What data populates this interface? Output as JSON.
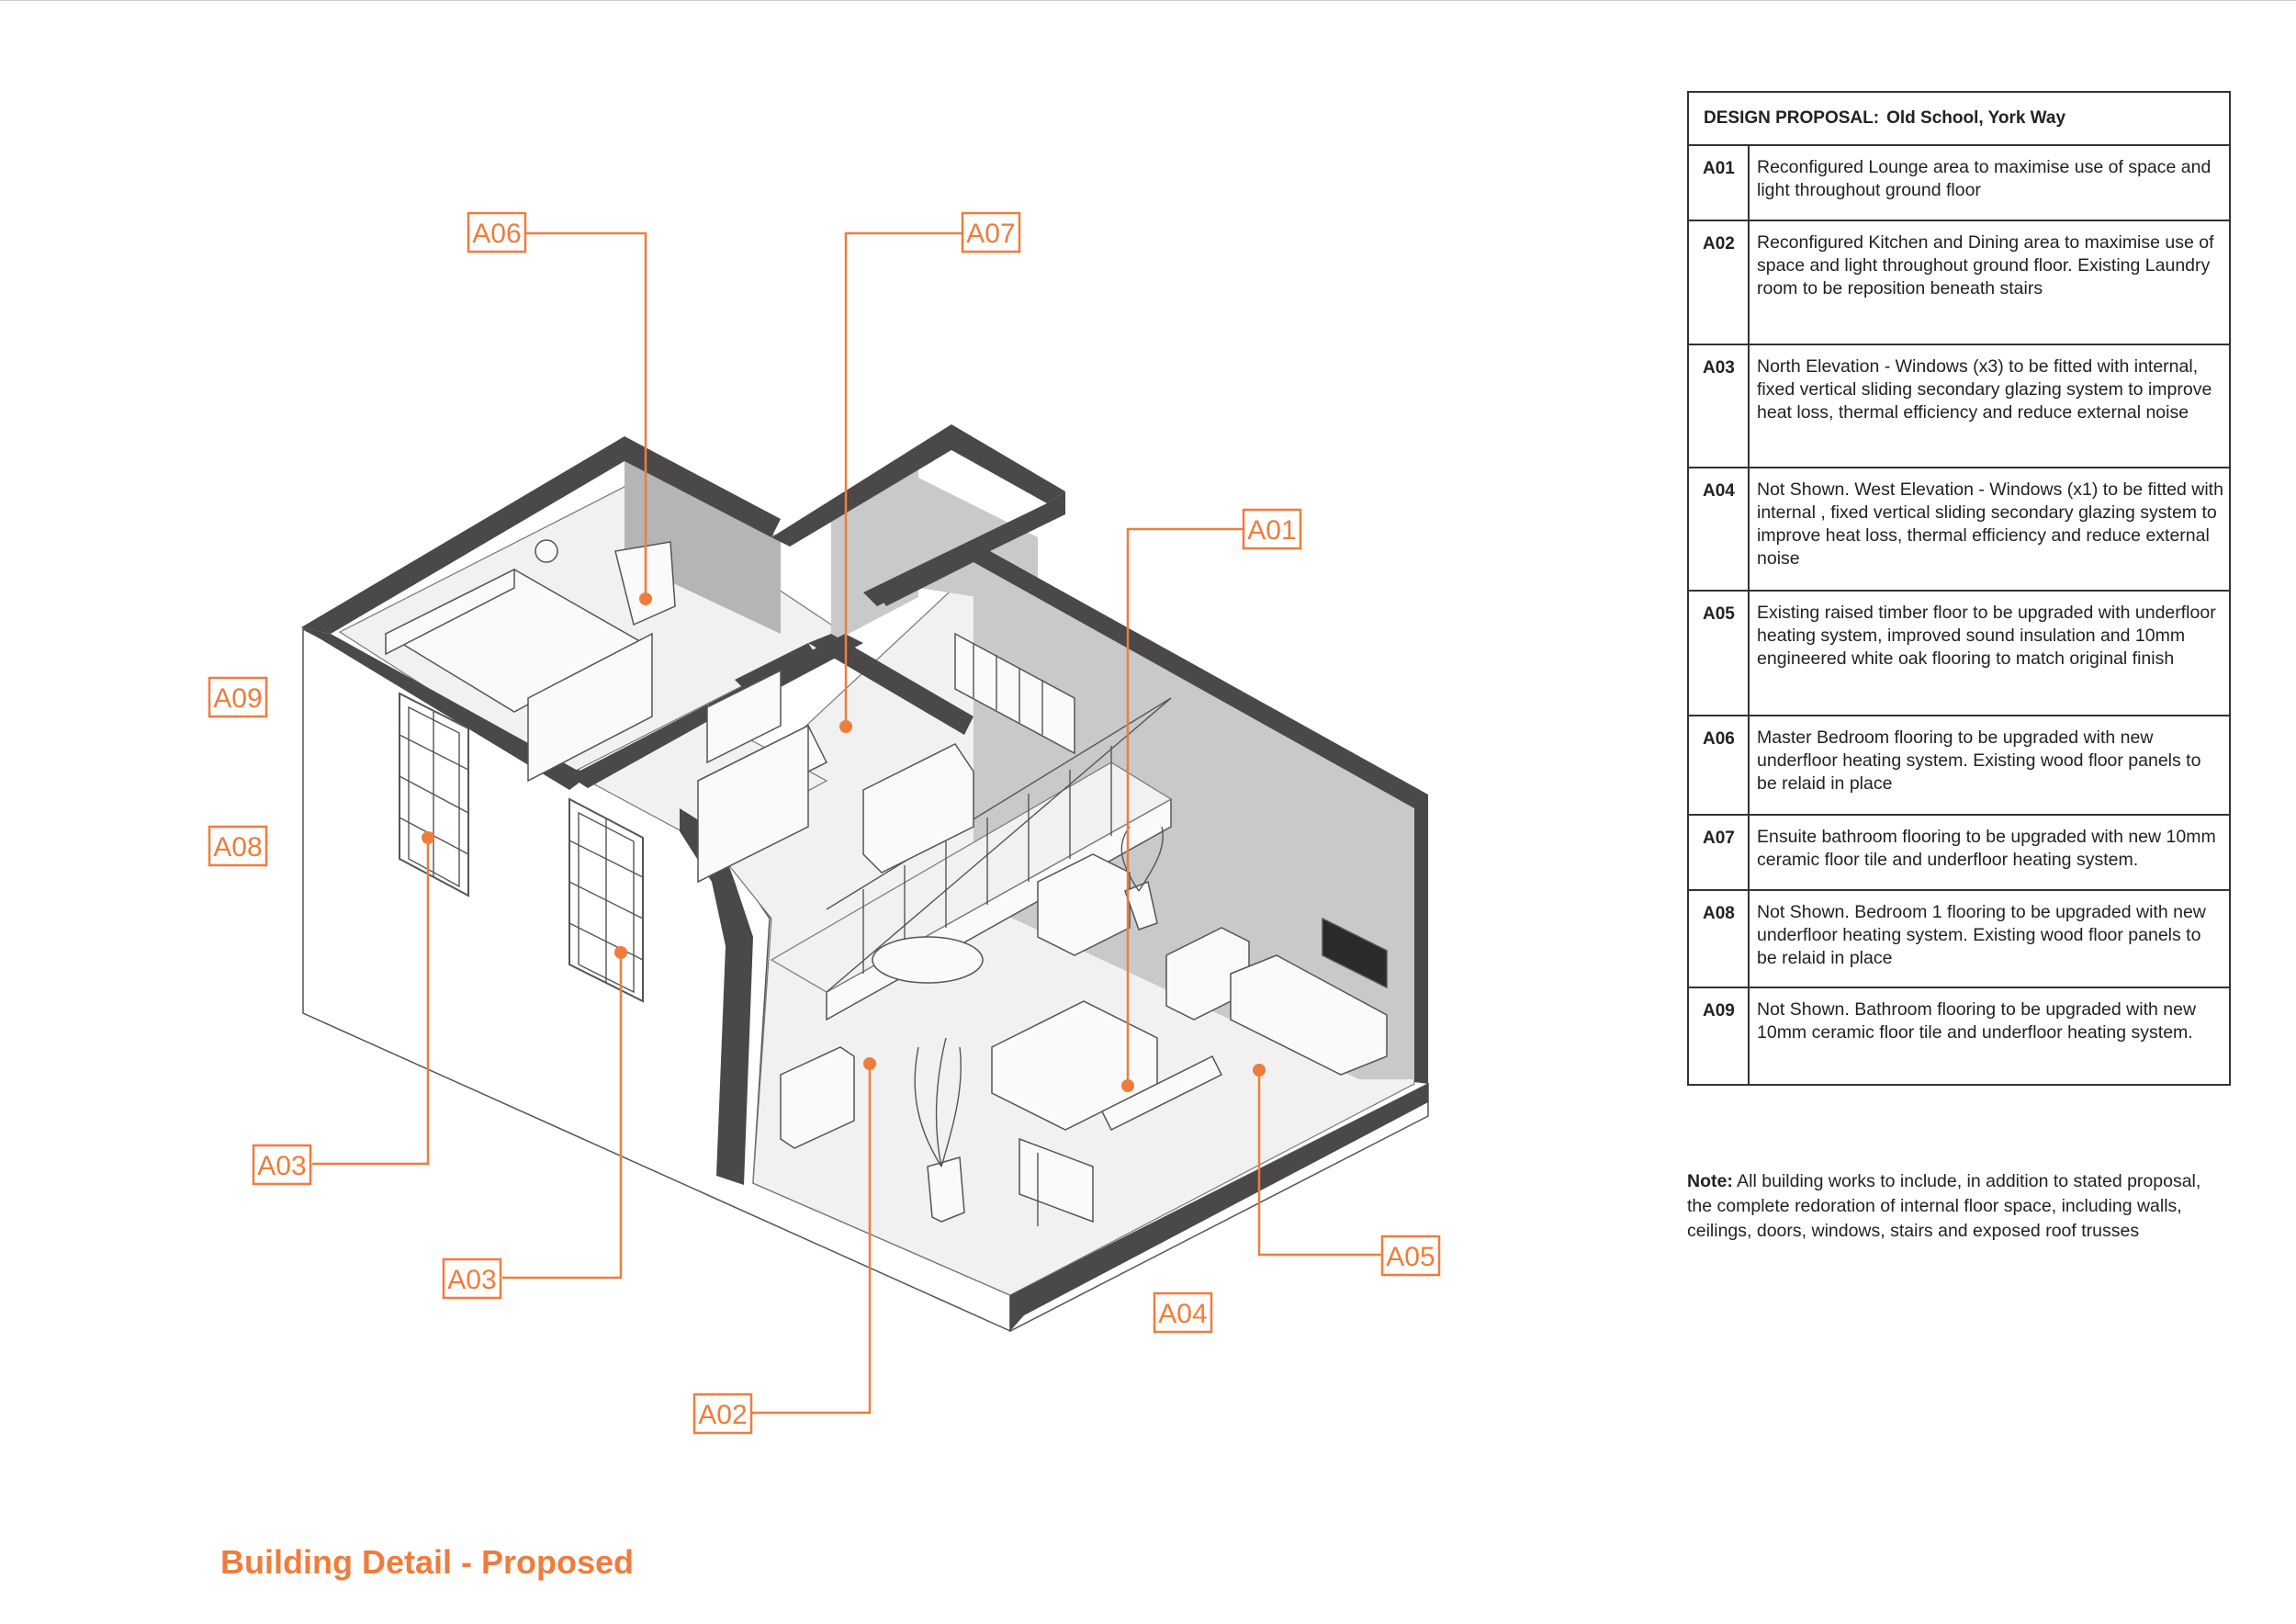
{
  "table": {
    "header_label": "DESIGN PROPOSAL:",
    "header_project": "Old School, York Way",
    "rows": [
      {
        "code": "A01",
        "text": "Reconfigured Lounge area to maximise use of space and light throughout ground floor"
      },
      {
        "code": "A02",
        "text": "Reconfigured Kitchen and Dining area to maximise use of space and light throughout ground floor. Existing Laundry room to be reposition beneath stairs"
      },
      {
        "code": "A03",
        "text": "North Elevation - Windows (x3) to be fitted with internal, fixed vertical sliding secondary glazing system to improve heat loss, thermal efficiency and reduce external noise"
      },
      {
        "code": "A04",
        "text": "Not Shown. West Elevation - Windows (x1) to be fitted with internal , fixed vertical sliding secondary glazing system to improve heat loss, thermal efficiency and reduce external noise"
      },
      {
        "code": "A05",
        "text": "Existing raised timber floor to be upgraded with underfloor heating system, improved sound insulation and 10mm engineered white oak flooring to match original finish"
      },
      {
        "code": "A06",
        "text": "Master Bedroom flooring to be upgraded with new underfloor heating system. Existing wood floor panels to be relaid in place"
      },
      {
        "code": "A07",
        "text": "Ensuite bathroom flooring to be upgraded with new 10mm ceramic floor tile and underfloor heating system."
      },
      {
        "code": "A08",
        "text": "Not Shown. Bedroom 1 flooring to be upgraded with new underfloor heating system. Existing wood floor panels to be relaid in place"
      },
      {
        "code": "A09",
        "text": "Not Shown. Bathroom flooring to be upgraded with new 10mm ceramic floor tile and underfloor heating system."
      }
    ]
  },
  "note": {
    "label": "Note:",
    "text": "All building works to include, in addition to stated proposal, the complete redoration of internal floor space, including walls, ceilings, doors, windows, stairs and exposed roof trusses"
  },
  "tags": {
    "a01": "A01",
    "a02": "A02",
    "a03_upper": "A03",
    "a03_lower": "A03",
    "a04": "A04",
    "a05": "A05",
    "a06": "A06",
    "a07": "A07",
    "a08": "A08",
    "a09": "A09"
  },
  "title": "Building Detail - Proposed",
  "colors": {
    "accent": "#ee7d3d",
    "wall": "#4a4849",
    "rule": "#333333"
  }
}
